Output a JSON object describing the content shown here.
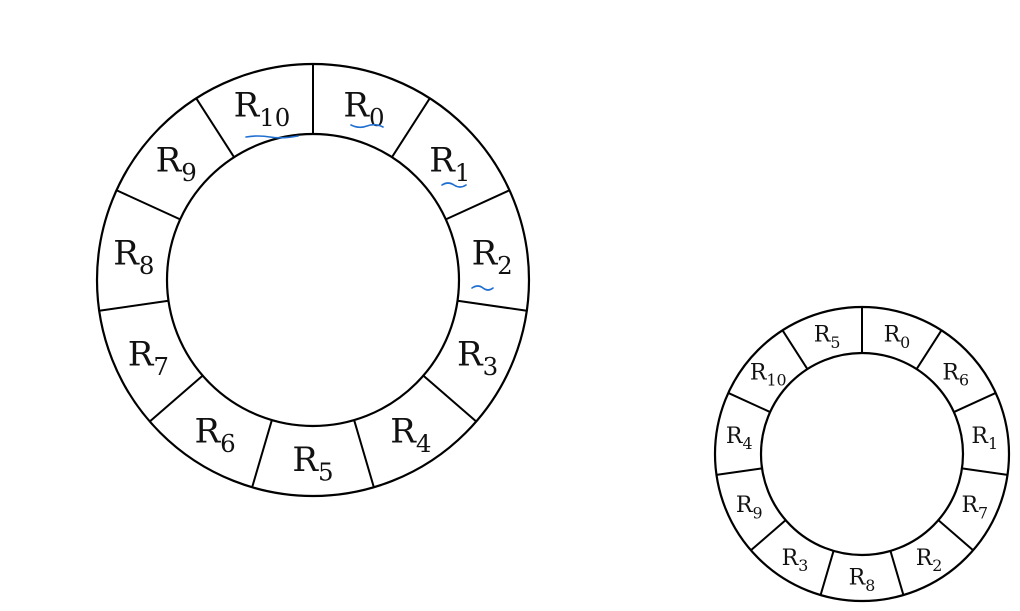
{
  "diagram": {
    "rings": [
      {
        "id": "large",
        "annotated": true,
        "annotation_color": "#1f6fd1",
        "segments": [
          {
            "label": "R",
            "sub": "0"
          },
          {
            "label": "R",
            "sub": "1"
          },
          {
            "label": "R",
            "sub": "2"
          },
          {
            "label": "R",
            "sub": "3"
          },
          {
            "label": "R",
            "sub": "4"
          },
          {
            "label": "R",
            "sub": "5"
          },
          {
            "label": "R",
            "sub": "6"
          },
          {
            "label": "R",
            "sub": "7"
          },
          {
            "label": "R",
            "sub": "8"
          },
          {
            "label": "R",
            "sub": "9"
          },
          {
            "label": "R",
            "sub": "10"
          }
        ]
      },
      {
        "id": "small",
        "annotated": false,
        "segments": [
          {
            "label": "R",
            "sub": "0"
          },
          {
            "label": "R",
            "sub": "6"
          },
          {
            "label": "R",
            "sub": "1"
          },
          {
            "label": "R",
            "sub": "7"
          },
          {
            "label": "R",
            "sub": "2"
          },
          {
            "label": "R",
            "sub": "8"
          },
          {
            "label": "R",
            "sub": "3"
          },
          {
            "label": "R",
            "sub": "9"
          },
          {
            "label": "R",
            "sub": "4"
          },
          {
            "label": "R",
            "sub": "10"
          },
          {
            "label": "R",
            "sub": "5"
          }
        ]
      }
    ]
  }
}
